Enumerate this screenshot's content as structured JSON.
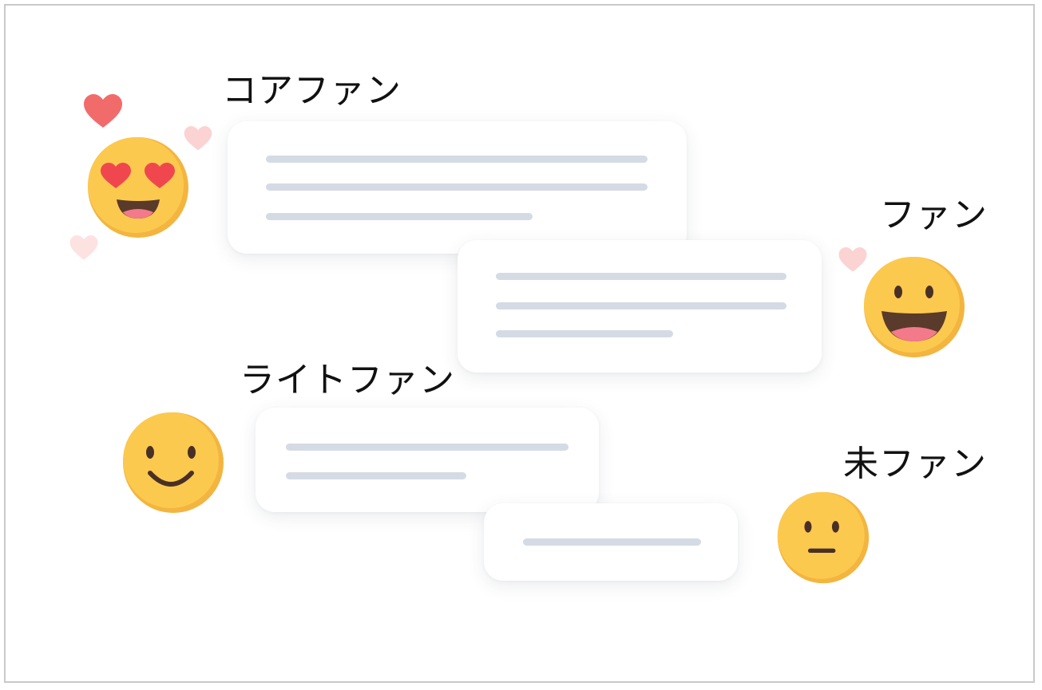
{
  "fan_levels": [
    {
      "id": "core-fan",
      "label": "コアファン",
      "emoji": "heart-eyes-face-icon"
    },
    {
      "id": "fan",
      "label": "ファン",
      "emoji": "grinning-face-icon"
    },
    {
      "id": "light-fan",
      "label": "ライトファン",
      "emoji": "smiling-face-icon"
    },
    {
      "id": "non-fan",
      "label": "未ファン",
      "emoji": "neutral-face-icon"
    }
  ],
  "colors": {
    "emoji_face": "#fbc84f",
    "emoji_shadow": "#f2b33d",
    "heart_red": "#f26b6b",
    "heart_pink": "#fbd3d3",
    "text_line": "#d5dbe4",
    "frame_border": "#c9c9c9"
  }
}
